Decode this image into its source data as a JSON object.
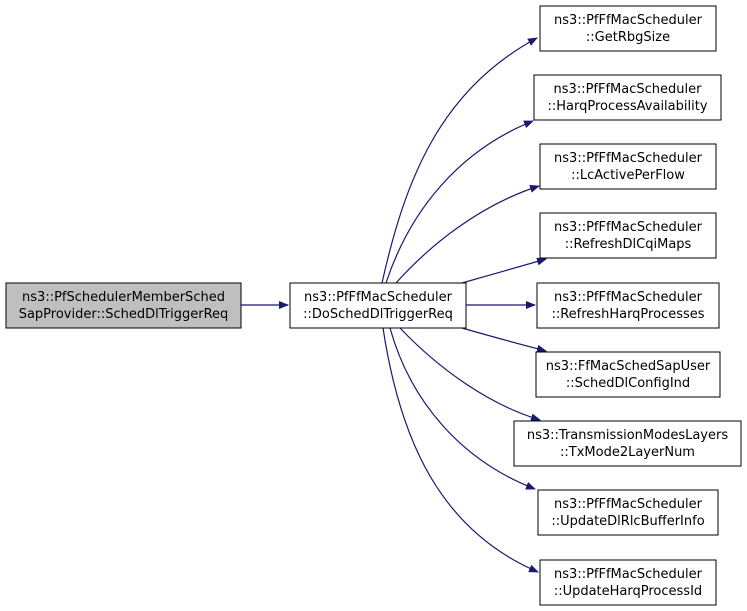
{
  "colors": {
    "edge": "#191970",
    "root_fill": "#bfbfbf",
    "node_fill": "#ffffff",
    "border": "#000000"
  },
  "nodes": {
    "root": [
      "ns3::PfSchedulerMemberSched",
      "SapProvider::SchedDlTriggerReq"
    ],
    "main": [
      "ns3::PfFfMacScheduler",
      "::DoSchedDlTriggerReq"
    ],
    "callees": [
      [
        "ns3::PfFfMacScheduler",
        "::GetRbgSize"
      ],
      [
        "ns3::PfFfMacScheduler",
        "::HarqProcessAvailability"
      ],
      [
        "ns3::PfFfMacScheduler",
        "::LcActivePerFlow"
      ],
      [
        "ns3::PfFfMacScheduler",
        "::RefreshDlCqiMaps"
      ],
      [
        "ns3::PfFfMacScheduler",
        "::RefreshHarqProcesses"
      ],
      [
        "ns3::FfMacSchedSapUser",
        "::SchedDlConfigInd"
      ],
      [
        "ns3::TransmissionModesLayers",
        "::TxMode2LayerNum"
      ],
      [
        "ns3::PfFfMacScheduler",
        "::UpdateDlRlcBufferInfo"
      ],
      [
        "ns3::PfFfMacScheduler",
        "::UpdateHarqProcessId"
      ]
    ]
  }
}
